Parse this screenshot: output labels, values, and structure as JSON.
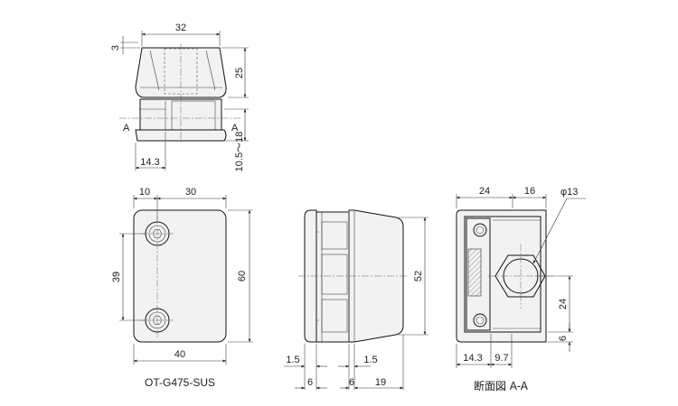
{
  "top_view": {
    "dim_width": "32",
    "dim_top": "3",
    "dim_height": "25",
    "dim_offset": "14.3",
    "dim_range": "10.5～18",
    "section_left": "A",
    "section_right": "A"
  },
  "front_view": {
    "dim_hole_offset": "10",
    "dim_hole_to_edge": "30",
    "dim_hole_pitch": "39",
    "dim_height": "60",
    "dim_width": "40",
    "part_number": "OT-G475-SUS"
  },
  "side_view": {
    "dim_height": "52",
    "dim_left_gap": "1.5",
    "dim_right_gap": "1.5",
    "dim_left_thickness": "6",
    "dim_mid_thickness": "6",
    "dim_body": "19"
  },
  "section_view": {
    "dim_left": "24",
    "dim_right": "16",
    "dim_diameter": "φ13",
    "dim_hex_height": "24",
    "dim_bottom": "6",
    "dim_offset": "14.3",
    "dim_gap": "9.7",
    "caption": "断面図 A-A"
  }
}
